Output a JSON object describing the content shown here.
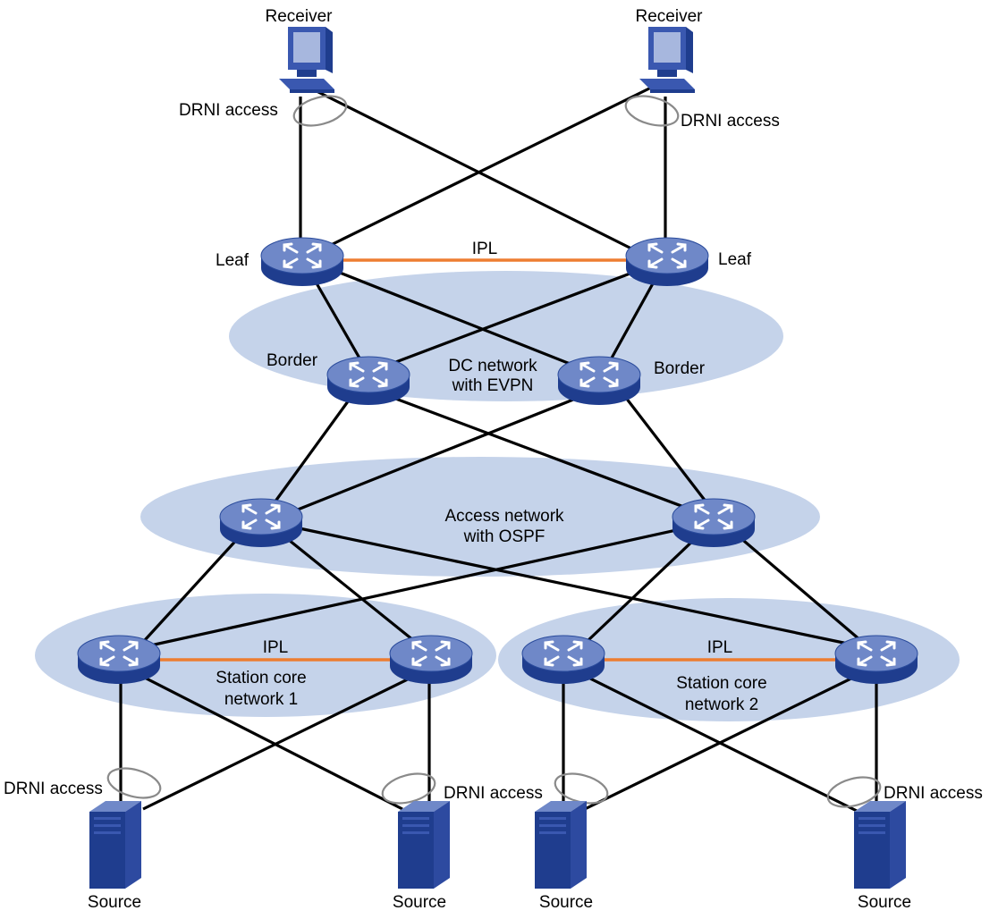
{
  "colors": {
    "region_fill": "#c5d3ea",
    "link": "#000000",
    "ipl_link": "#ed7d31",
    "device_body": "#1f3d8e",
    "device_top": "#6f88c8",
    "agg_ring": "#8a8a8a"
  },
  "icons": {
    "receiver": "desktop-computer-icon",
    "switch": "router-switch-icon",
    "source": "tower-server-icon"
  },
  "labels": {
    "receiver_left": "Receiver",
    "receiver_right": "Receiver",
    "drni_access_top_left": "DRNI access",
    "drni_access_top_right": "DRNI access",
    "leaf_left": "Leaf",
    "leaf_right": "Leaf",
    "ipl_top": "IPL",
    "border_left": "Border",
    "border_right": "Border",
    "dc_network_line1": "DC network",
    "dc_network_line2": "with EVPN",
    "access_network_line1": "Access network",
    "access_network_line2": "with OSPF",
    "ipl_station1": "IPL",
    "station1_line1": "Station core",
    "station1_line2": "network 1",
    "ipl_station2": "IPL",
    "station2_line1": "Station core",
    "station2_line2": "network 2",
    "drni_access_s1": "DRNI access",
    "drni_access_s2": "DRNI access",
    "drni_access_s4": "DRNI access",
    "source_1": "Source",
    "source_2": "Source",
    "source_3": "Source",
    "source_4": "Source"
  }
}
